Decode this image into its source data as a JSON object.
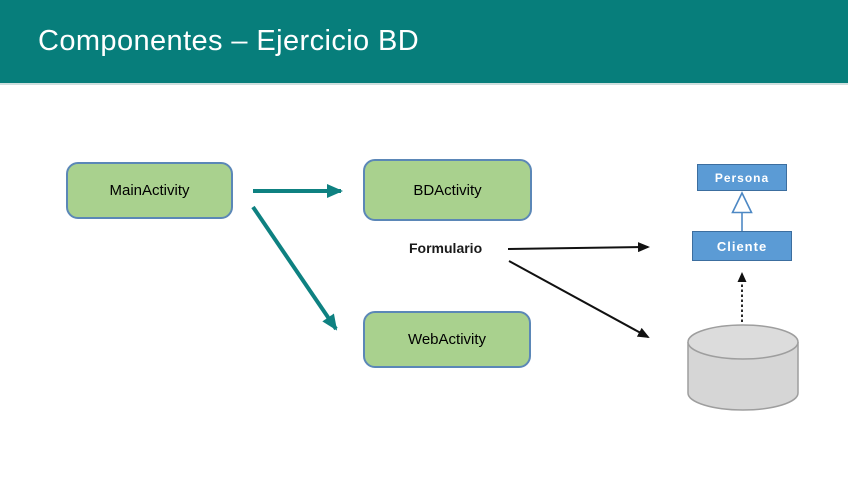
{
  "slide": {
    "title": "Componentes – Ejercicio BD"
  },
  "colors": {
    "header_bg": "#077E7B",
    "title_text": "#FFFFFF",
    "activity_fill": "#A9D18E",
    "activity_border": "#5B87B7",
    "class_fill": "#5B9BD5",
    "class_border": "#3C6E9F",
    "class_text": "#FFFFFF",
    "teal_arrow": "#0E8181",
    "black_arrow": "#111111",
    "generalization_blue": "#4D88C4",
    "cylinder_fill": "#D6D6D6",
    "cylinder_top_fill": "#DCDCDC",
    "cylinder_border": "#9E9E9E"
  },
  "diagram": {
    "nodes": [
      {
        "id": "main-activity",
        "label": "MainActivity",
        "shape": "rounded-rect"
      },
      {
        "id": "bd-activity",
        "label": "BDActivity",
        "shape": "rounded-rect"
      },
      {
        "id": "web-activity",
        "label": "WebActivity",
        "shape": "rounded-rect"
      },
      {
        "id": "persona",
        "label": "Persona",
        "shape": "rect"
      },
      {
        "id": "cliente",
        "label": "Cliente",
        "shape": "rect"
      },
      {
        "id": "database",
        "label": "",
        "shape": "database-cylinder-icon"
      }
    ],
    "free_labels": [
      {
        "id": "formulario",
        "text": "Formulario"
      }
    ],
    "edges": [
      {
        "from": "main-activity",
        "to": "bd-activity",
        "style": "solid",
        "color": "teal",
        "arrowhead": "filled"
      },
      {
        "from": "main-activity",
        "to": "web-activity",
        "style": "solid",
        "color": "teal",
        "arrowhead": "filled"
      },
      {
        "from": "formulario",
        "to": "cliente",
        "style": "solid",
        "color": "black",
        "arrowhead": "filled"
      },
      {
        "from": "formulario",
        "to": "database",
        "style": "solid",
        "color": "black",
        "arrowhead": "filled"
      },
      {
        "from": "database",
        "to": "cliente",
        "style": "dotted",
        "color": "black",
        "arrowhead": "filled"
      },
      {
        "from": "cliente",
        "to": "persona",
        "style": "solid",
        "color": "blue",
        "arrowhead": "hollow-triangle"
      }
    ]
  }
}
